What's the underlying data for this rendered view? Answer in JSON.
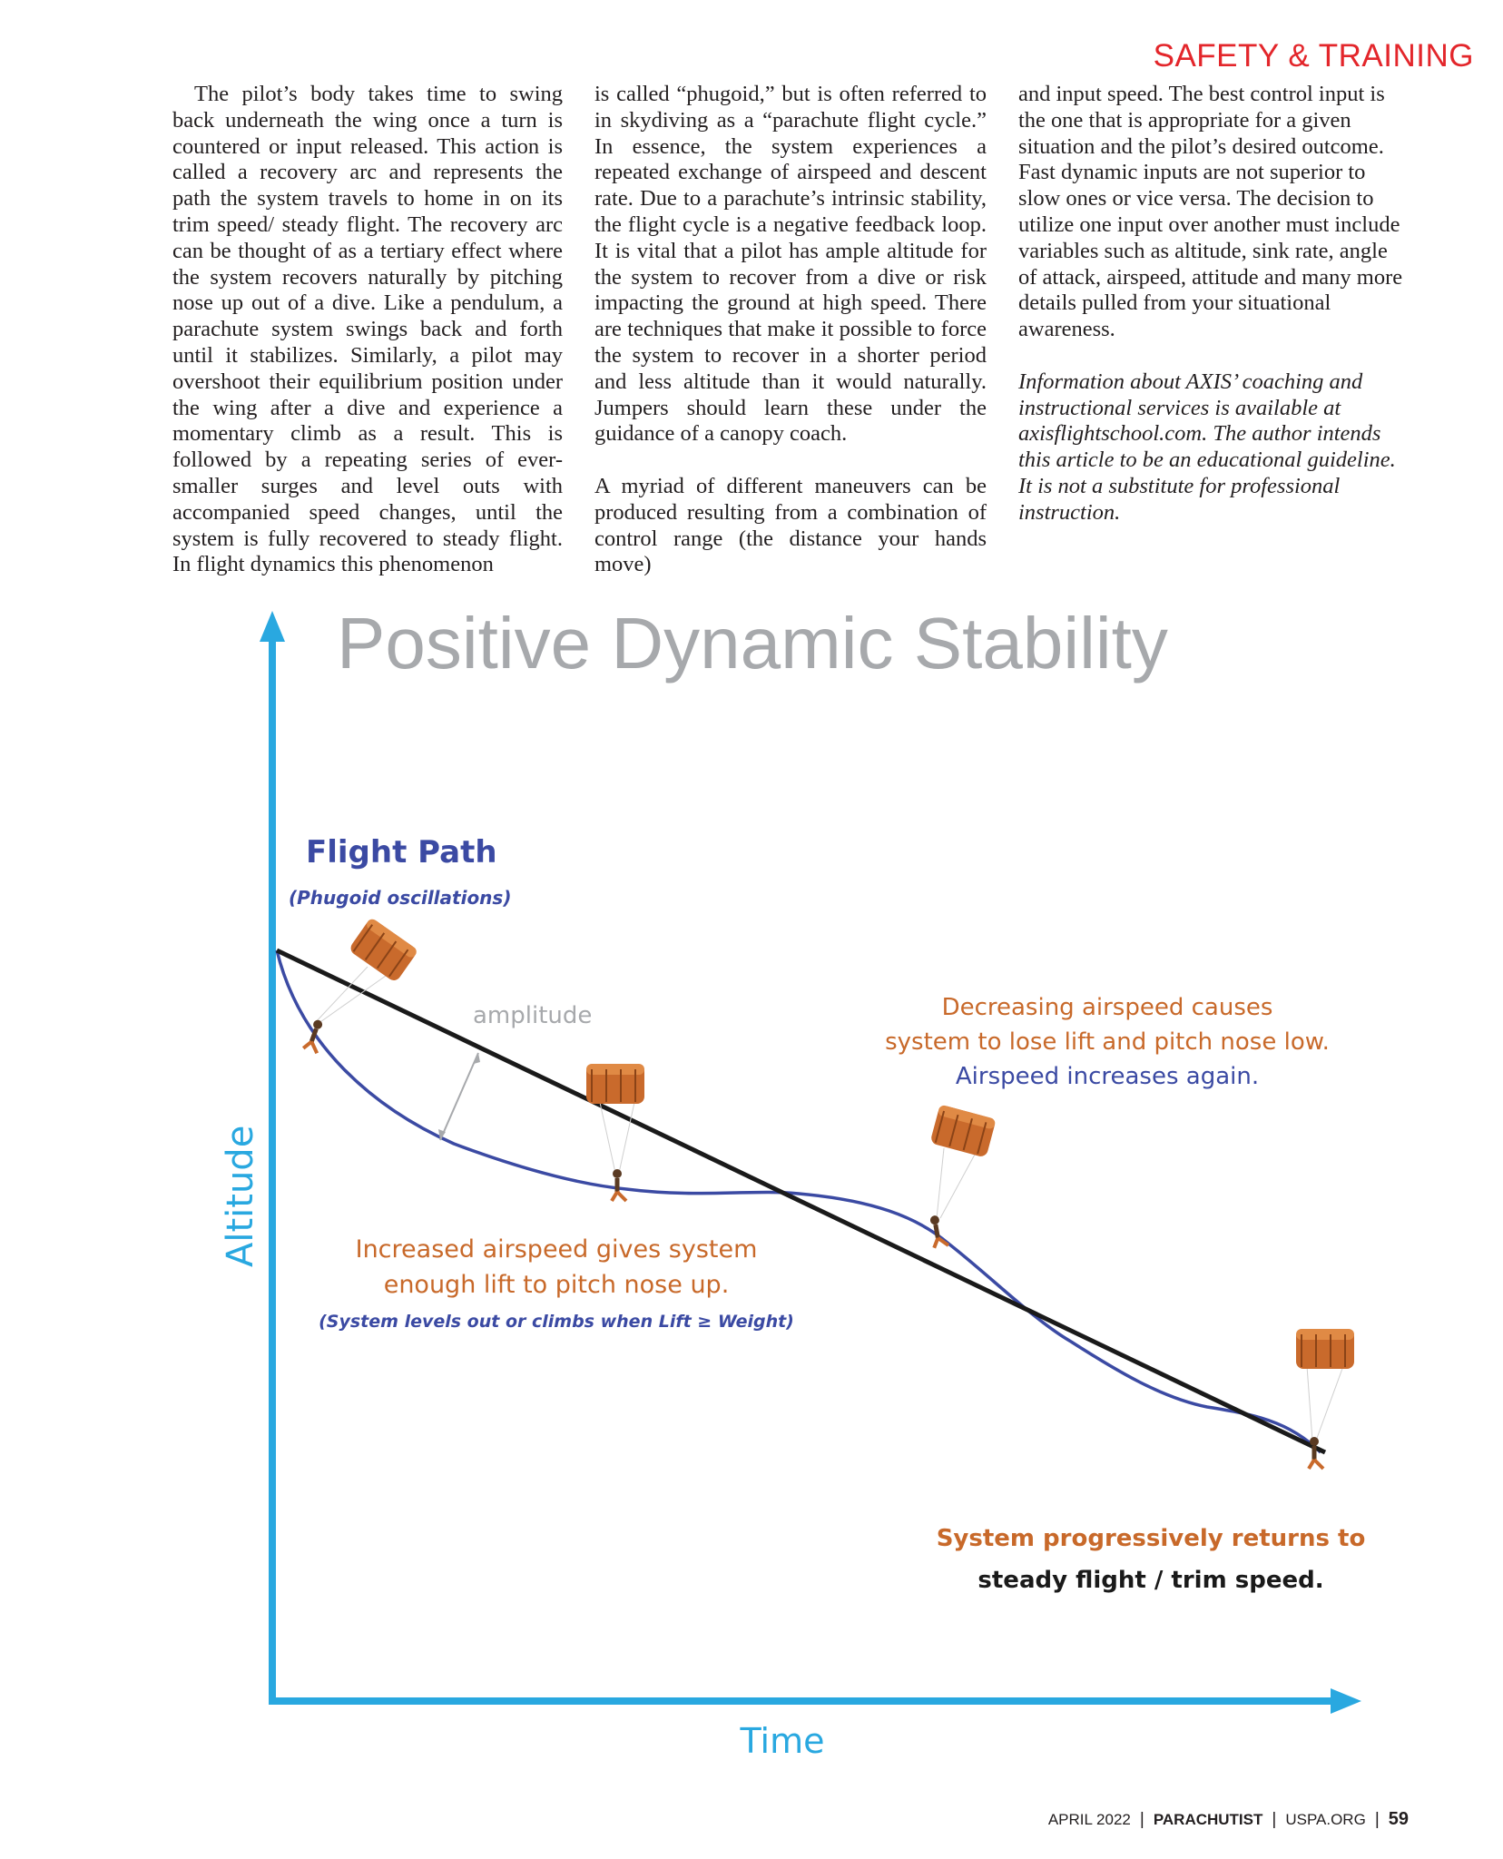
{
  "header": {
    "section": "SAFETY & TRAINING"
  },
  "columns": {
    "col1": {
      "p1": "The pilot’s body takes time to swing back underneath the wing once a turn is countered or input released. This action is called a recovery arc and represents the path the system travels to home in on its trim speed/ steady flight. The recovery arc can be thought of as a tertiary effect where the system recovers naturally by pitching nose up out of a dive. Like a pendulum, a parachute system swings back and forth until it stabilizes. Similarly, a pilot may overshoot their equilibrium position under the wing after a dive and experience a momentary climb as a result. This is followed by a repeating series of ever-smaller surges and level outs with accompanied speed changes, until the system is fully recovered to steady flight. In flight dynamics this phenomenon"
    },
    "col2": {
      "p1": "is called “phugoid,” but is often referred to in skydiving as a “parachute flight cycle.” In essence, the system experiences a repeated exchange of airspeed and descent rate. Due to a parachute’s intrinsic stability, the flight cycle is a negative feedback loop. It is vital that a pilot has ample altitude for the system to recover from a dive or risk impacting the ground at high speed. There are techniques that make it possible to force the system to recover in a shorter period and less altitude than it would naturally. Jumpers should learn these under the guidance of a canopy coach.",
      "p2": "A myriad of different maneuvers can be produced resulting from a combination of control range (the distance your hands move)"
    },
    "col3": {
      "p1": "and input speed. The best control input is the one that is appropriate for a given situation and the pilot’s desired outcome. Fast dynamic inputs are not superior to slow ones or vice versa. The decision to utilize one input over another must include variables such as altitude, sink rate, angle of attack, airspeed, attitude and many more details pulled from your situational awareness.",
      "p2": "Information about AXIS’ coaching and instructional services is available at axisflightschool.com. The author intends this article to be an educational guideline. It is not a substitute for professional instruction."
    }
  },
  "diagram": {
    "title": "Positive Dynamic Stability",
    "y_axis_label": "Altitude",
    "x_axis_label": "Time",
    "flight_path_title": "Flight Path",
    "flight_path_subtitle": "(Phugoid oscillations)",
    "amplitude_label": "amplitude",
    "note_decreasing_1": "Decreasing airspeed causes",
    "note_decreasing_2": "system to lose lift and pitch nose low.",
    "note_decreasing_3": "Airspeed increases again.",
    "note_increased_1": "Increased airspeed gives system",
    "note_increased_2": "enough lift to pitch nose up.",
    "note_increased_3": "(System levels  out or climbs when Lift ≥ Weight)",
    "note_returns_1": "System progressively returns to",
    "note_returns_2": "steady flight / trim speed.",
    "colors": {
      "axis": "#29a8e0",
      "title": "#a7a9ac",
      "flight_path": "#3b4aa3",
      "trim_line": "#1a1a1a",
      "orange": "#c8692a",
      "canopy": "#c96a2c"
    }
  },
  "footer": {
    "date": "APRIL 2022",
    "publication": "PARACHUTIST",
    "site": "USPA.ORG",
    "page": "59"
  }
}
